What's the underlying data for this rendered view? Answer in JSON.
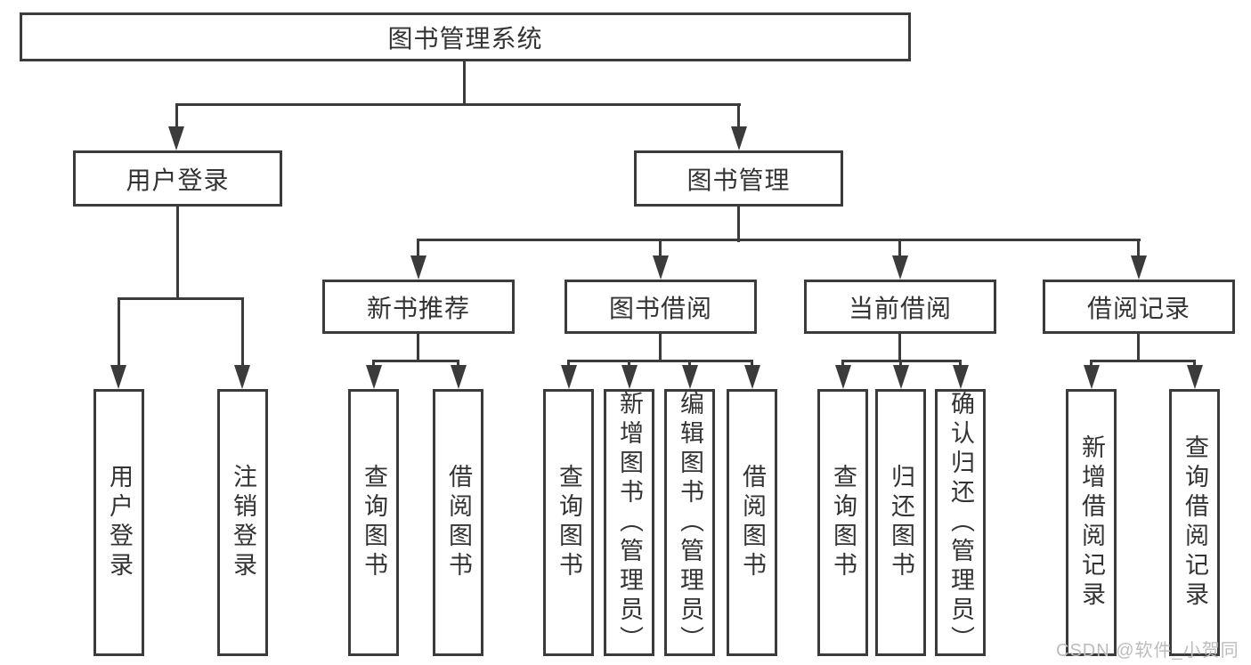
{
  "tree": {
    "root": "图书管理系统",
    "children": [
      {
        "label": "用户登录",
        "children": [
          {
            "label": "用户登录"
          },
          {
            "label": "注销登录"
          }
        ]
      },
      {
        "label": "图书管理",
        "children": [
          {
            "label": "新书推荐",
            "children": [
              {
                "label": "查询图书"
              },
              {
                "label": "借阅图书"
              }
            ]
          },
          {
            "label": "图书借阅",
            "children": [
              {
                "label": "查询图书"
              },
              {
                "label": "新增图书（管理员）"
              },
              {
                "label": "编辑图书（管理员）"
              },
              {
                "label": "借阅图书"
              }
            ]
          },
          {
            "label": "当前借阅",
            "children": [
              {
                "label": "查询图书"
              },
              {
                "label": "归还图书"
              },
              {
                "label": "确认归还（管理员）"
              }
            ]
          },
          {
            "label": "借阅记录",
            "children": [
              {
                "label": "新增借阅记录"
              },
              {
                "label": "查询借阅记录"
              }
            ]
          }
        ]
      }
    ]
  },
  "watermark": "CSDN @软件_小贺同学",
  "colors": {
    "line": "#3b3b3b",
    "text": "#333333",
    "watermark": "#bcbcbc",
    "background": "#ffffff"
  }
}
